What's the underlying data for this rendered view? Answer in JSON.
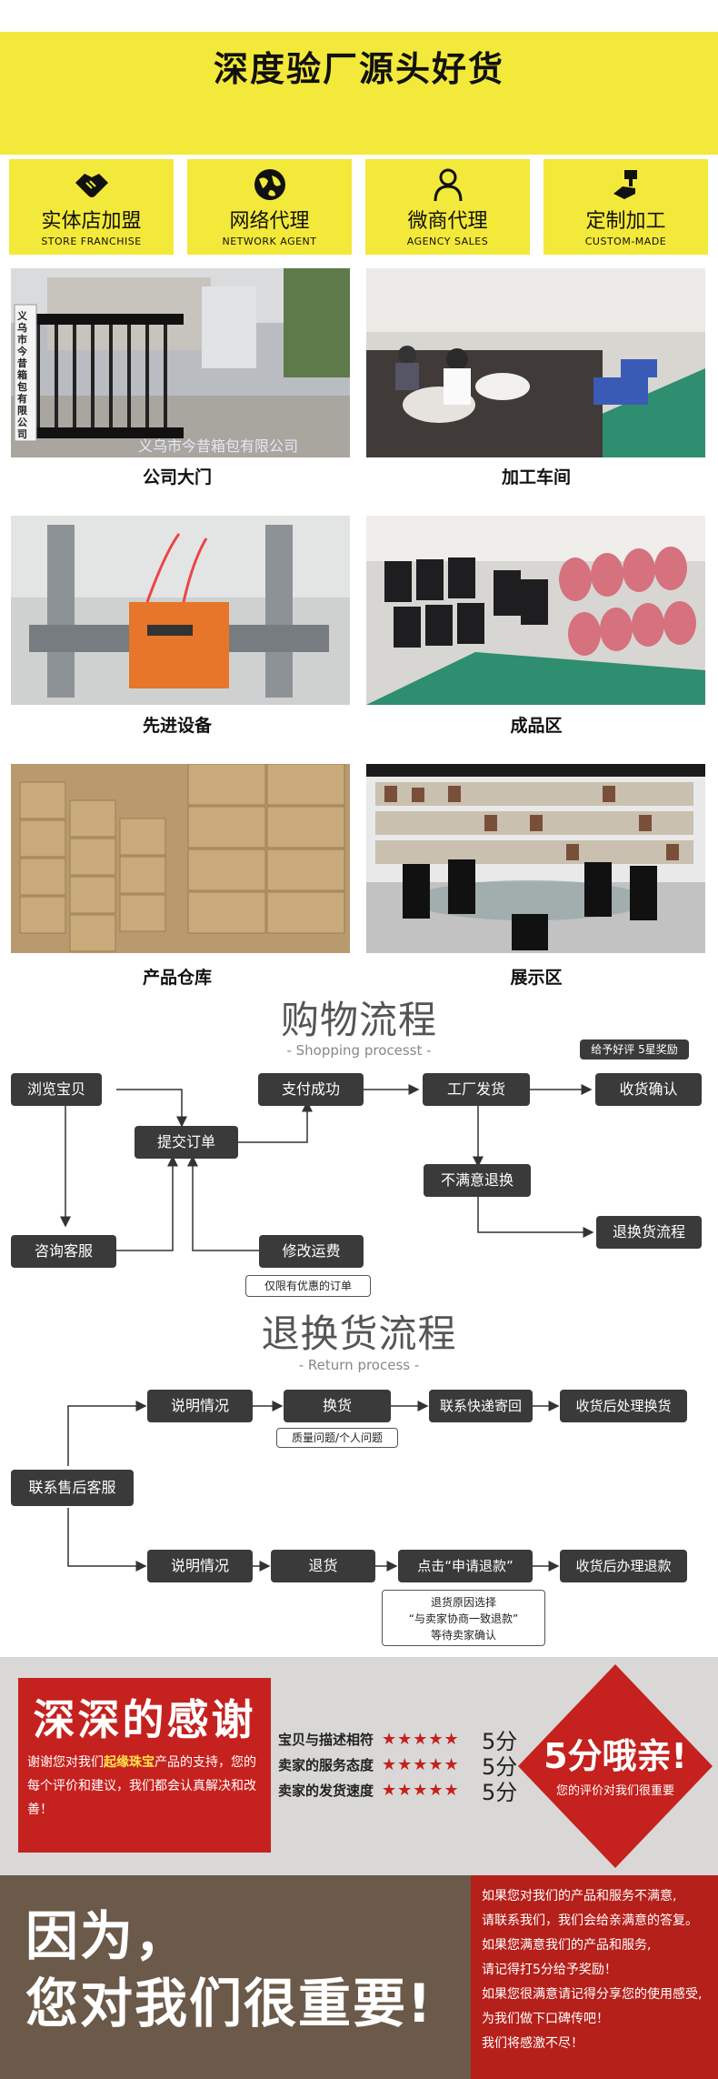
{
  "header": {
    "title": "深度验厂源头好货"
  },
  "services": [
    {
      "icon": "handshake-icon",
      "cn": "实体店加盟",
      "en": "STORE FRANCHISE"
    },
    {
      "icon": "globe-icon",
      "cn": "网络代理",
      "en": "NETWORK AGENT"
    },
    {
      "icon": "person-icon",
      "cn": "微商代理",
      "en": "AGENCY SALES"
    },
    {
      "icon": "hand-tool-icon",
      "cn": "定制加工",
      "en": "CUSTOM-MADE"
    }
  ],
  "photos": [
    {
      "caption": "公司大门",
      "overlay": "义乌市今昔箱包有限公司",
      "sign": "义乌市今昔箱包有限公司"
    },
    {
      "caption": "加工车间"
    },
    {
      "caption": "先进设备"
    },
    {
      "caption": "成品区"
    },
    {
      "caption": "产品仓库"
    },
    {
      "caption": "展示区"
    }
  ],
  "shopping": {
    "title": "购物流程",
    "subtitle": "- Shopping processt -",
    "nodes": {
      "browse": "浏览宝贝",
      "submit": "提交订单",
      "pay": "支付成功",
      "ship": "工厂发货",
      "receive": "收货确认",
      "review_note": "给予好评 5星奖励",
      "unsatisfied": "不满意退换",
      "return_flow": "退换货流程",
      "consult": "咨询客服",
      "modify": "修改运费",
      "modify_note": "仅限有优惠的订单"
    }
  },
  "returns": {
    "title": "退换货流程",
    "subtitle": "- Return process -",
    "nodes": {
      "contact": "联系售后客服",
      "explain1": "说明情况",
      "exchange": "换货",
      "exchange_note": "质量问题/个人问题",
      "express": "联系快递寄回",
      "after_exchange": "收货后处理换货",
      "explain2": "说明情况",
      "refund": "退货",
      "apply": "点击“申请退款”",
      "after_refund": "收货后办理退款",
      "refund_note_1": "退货原因选择",
      "refund_note_2": "“与卖家协商一致退款”",
      "refund_note_3": "等待卖家确认"
    }
  },
  "thanks": {
    "title": "深深的感谢",
    "text_pre": "谢谢您对我们",
    "text_brand": "起缘珠宝",
    "text_post": "产品的支持，您的每个评价和建议，我们都会认真解决和改善！",
    "ratings": [
      {
        "label": "宝贝与描述相符",
        "stars": "★★★★★",
        "score": "5分"
      },
      {
        "label": "卖家的服务态度",
        "stars": "★★★★★",
        "score": "5分"
      },
      {
        "label": "卖家的发货速度",
        "stars": "★★★★★",
        "score": "5分"
      }
    ],
    "badge_title": "5分哦亲!",
    "badge_sub": "您的评价对我们很重要",
    "colors": {
      "red": "#c5211e",
      "yellow": "#f3e93a"
    }
  },
  "bottom": {
    "line1": "因为，",
    "line2": "您对我们很重要!",
    "right_lines": [
      "如果您对我们的产品和服务不满意,",
      "请联系我们，我们会给亲满意的答复。",
      "如果您满意我们的产品和服务,",
      "请记得打5分给予奖励！",
      "如果您很满意请记得分享您的使用感受,",
      "为我们做下口碑传吧！",
      "我们将感激不尽！"
    ]
  }
}
